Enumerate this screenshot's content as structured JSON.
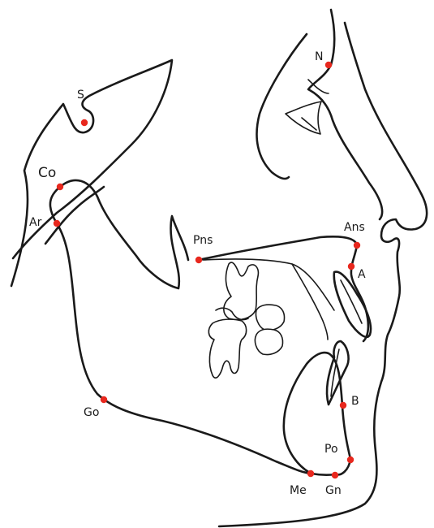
{
  "colors": {
    "outline": "#1a1a1a",
    "landmark": "#e8281e",
    "background": "#ffffff"
  },
  "landmarks": {
    "S": "S",
    "N": "N",
    "Co": "Co",
    "Ar": "Ar",
    "Pns": "Pns",
    "Ans": "Ans",
    "A": "A",
    "B": "B",
    "Go": "Go",
    "Po": "Po",
    "Me": "Me",
    "Gn": "Gn"
  }
}
